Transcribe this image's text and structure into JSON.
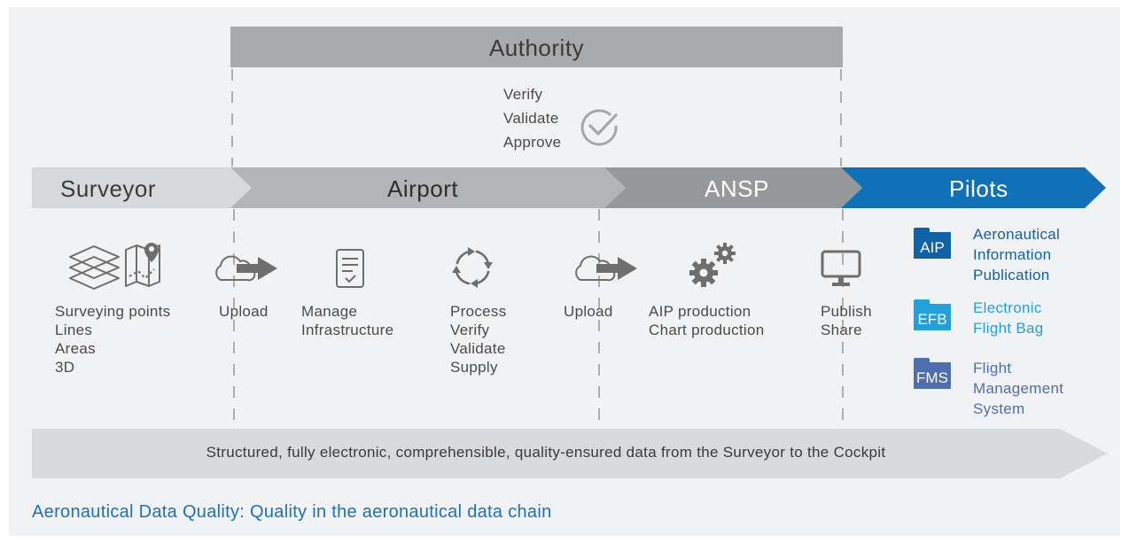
{
  "authority": {
    "title": "Authority",
    "actions": [
      "Verify",
      "Validate",
      "Approve"
    ]
  },
  "chain": {
    "surveyor": "Surveyor",
    "airport": "Airport",
    "ansp": "ANSP",
    "pilots": "Pilots"
  },
  "steps": {
    "surveying": [
      "Surveying points",
      "Lines",
      "Areas",
      "3D"
    ],
    "upload1": "Upload",
    "manage": [
      "Manage",
      "Infrastructure"
    ],
    "process": [
      "Process",
      "Verify",
      "Validate",
      "Supply"
    ],
    "upload2": "Upload",
    "production": [
      "AIP production",
      "Chart production"
    ],
    "publish": [
      "Publish",
      "Share"
    ]
  },
  "pilots": [
    {
      "abbr": "AIP",
      "lines": [
        "Aeronautical",
        "Information",
        "Publication"
      ],
      "color": "#0f62a6"
    },
    {
      "abbr": "EFB",
      "lines": [
        "Electronic",
        "Flight Bag"
      ],
      "color": "#22a0dc"
    },
    {
      "abbr": "FMS",
      "lines": [
        "Flight",
        "Management",
        "System"
      ],
      "color": "#4f6ead"
    }
  ],
  "banner": "Structured, fully electronic, comprehensible, quality-ensured data from the Surveyor to the Cockpit",
  "caption": "Aeronautical Data Quality: Quality in the aeronautical data chain",
  "colors": {
    "surveyor": "#d7d8da",
    "airport": "#b3b4b6",
    "ansp": "#97989a",
    "pilots": "#1071b8",
    "caption": "#1d71b8",
    "icon": "#6e6e6e"
  }
}
